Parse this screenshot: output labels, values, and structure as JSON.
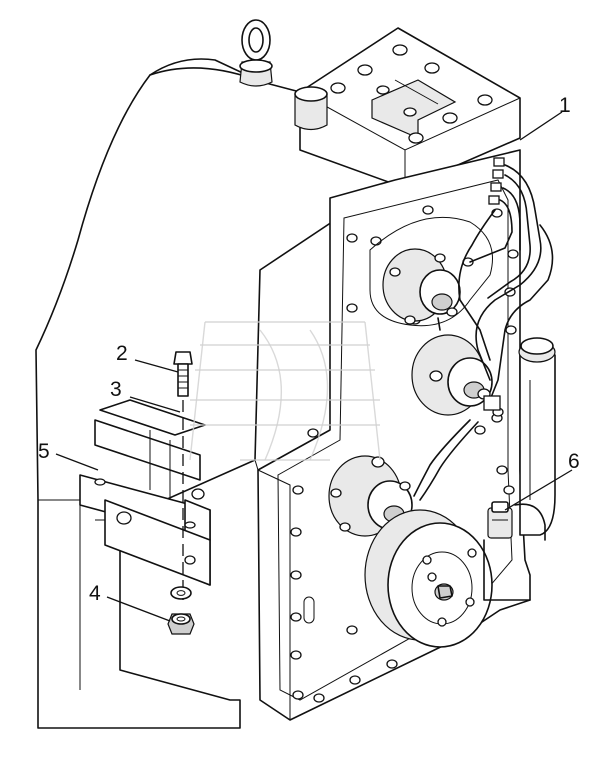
{
  "callouts": [
    {
      "id": "1",
      "label": "1"
    },
    {
      "id": "2",
      "label": "2"
    },
    {
      "id": "3",
      "label": "3"
    },
    {
      "id": "4",
      "label": "4"
    },
    {
      "id": "5",
      "label": "5"
    },
    {
      "id": "6",
      "label": "6"
    }
  ],
  "icons": {
    "watermark": "logo-watermark"
  }
}
